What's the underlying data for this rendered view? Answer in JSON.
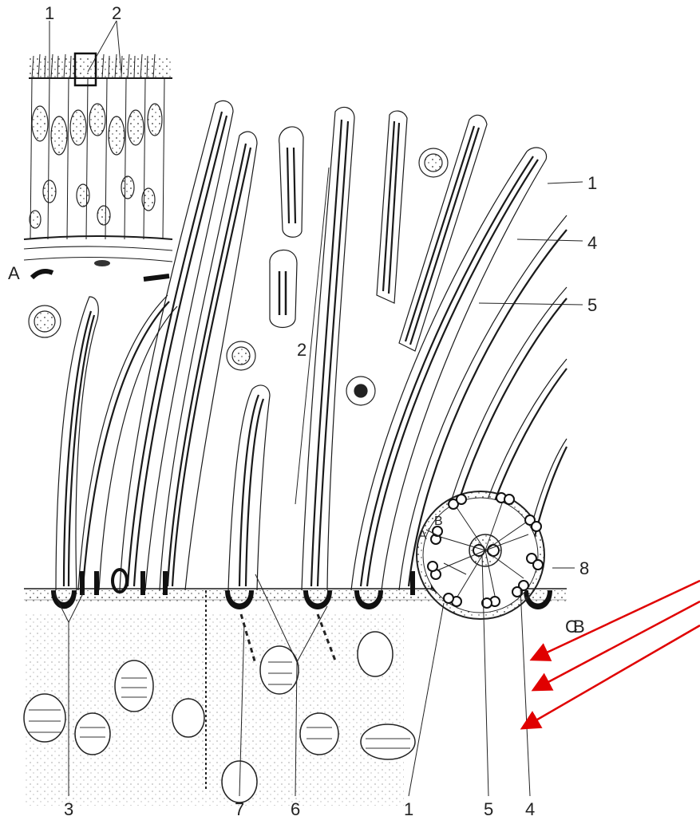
{
  "figure": {
    "panel_labels": {
      "a": "A",
      "b": "B",
      "c": "C"
    },
    "top_labels": {
      "one": "1",
      "two": "2"
    },
    "right_labels": {
      "one": "1",
      "four": "4",
      "five": "5"
    },
    "mid_label": "2",
    "bottom_labels": {
      "three": "3",
      "seven": "7",
      "six": "6",
      "one": "1",
      "five": "5",
      "four": "4"
    },
    "cross_section_labels": {
      "a": "A",
      "b": "B",
      "eight": "8"
    }
  },
  "colors": {
    "ink": "#1a1a1a",
    "arrow": "#e00000",
    "paper": "#ffffff"
  }
}
